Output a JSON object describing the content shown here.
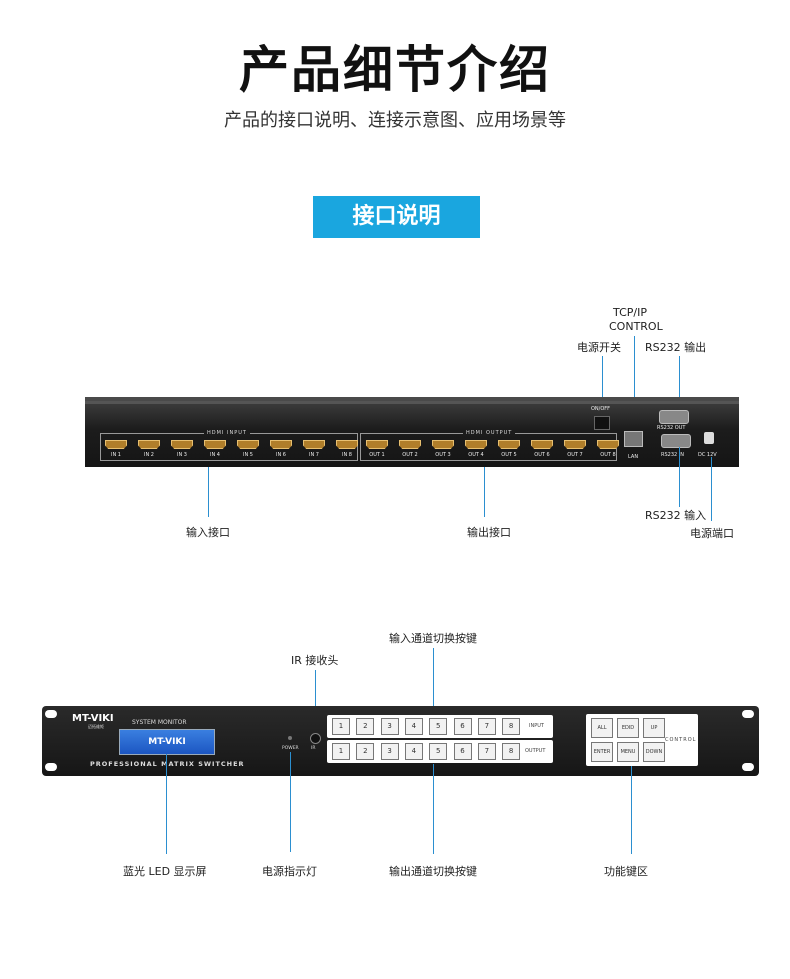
{
  "header": {
    "title": "产品细节介绍",
    "subtitle": "产品的接口说明、连接示意图、应用场景等",
    "section_badge": "接口说明"
  },
  "rear_panel": {
    "callouts": {
      "tcpip_line1": "TCP/IP",
      "tcpip_line2": "CONTROL",
      "power_switch": "电源开关",
      "rs232_out": "RS232 输出",
      "rs232_in": "RS232 输入",
      "hdmi_input": "输入接口",
      "hdmi_output": "输出接口",
      "dc_port": "电源端口"
    },
    "group_input_title": "HDMI INPUT",
    "group_output_title": "HDMI OUTPUT",
    "inputs": [
      "IN 1",
      "IN 2",
      "IN 3",
      "IN 4",
      "IN 5",
      "IN 6",
      "IN 7",
      "IN 8"
    ],
    "outputs": [
      "OUT 1",
      "OUT 2",
      "OUT 3",
      "OUT 4",
      "OUT 5",
      "OUT 6",
      "OUT 7",
      "OUT 8"
    ],
    "switch_label": "ON/OFF",
    "lan_label": "LAN",
    "rs232_out_label": "RS232 OUT",
    "rs232_in_label": "RS232 IN",
    "dc_label": "DC 12V"
  },
  "front_panel": {
    "callouts": {
      "ir": "IR 接收头",
      "input_keys": "输入通道切换按键",
      "lcd": "蓝光 LED 显示屏",
      "power_led": "电源指示灯",
      "output_keys": "输出通道切换按键",
      "function_keys": "功能键区"
    },
    "brand": "MT-VIKI",
    "brand_sub": "迈拓维矩",
    "system_monitor": "SYSTEM MONITOR",
    "lcd_text": "MT-VIKI",
    "model_text": "PROFESSIONAL MATRIX SWITCHER",
    "power_label": "POWER",
    "ir_label": "IR",
    "input_row_label": "INPUT",
    "output_row_label": "OUTPUT",
    "key_numbers": [
      "1",
      "2",
      "3",
      "4",
      "5",
      "6",
      "7",
      "8"
    ],
    "control_keys": [
      "ALL",
      "EDID",
      "UP",
      "ENTER",
      "MENU",
      "DOWN"
    ],
    "control_label": "CONTROL"
  }
}
